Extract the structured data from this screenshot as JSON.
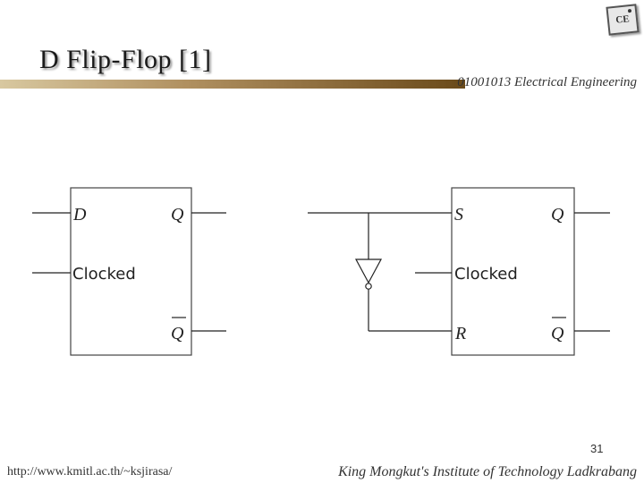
{
  "header": {
    "title": "D Flip-Flop [1]",
    "course": "01001013 Electrical Engineering",
    "logo_text": "CE"
  },
  "diagram_left": {
    "d_label": "D",
    "q_label": "Q",
    "clocked_label": "Clocked",
    "qbar_label": "Q"
  },
  "diagram_right": {
    "s_label": "S",
    "q_label": "Q",
    "clocked_label": "Clocked",
    "r_label": "R",
    "qbar_label": "Q"
  },
  "footer": {
    "slide_number": "31",
    "url": "http://www.kmitl.ac.th/~ksjirasa/",
    "institute": "King Mongkut's Institute of Technology Ladkrabang"
  }
}
